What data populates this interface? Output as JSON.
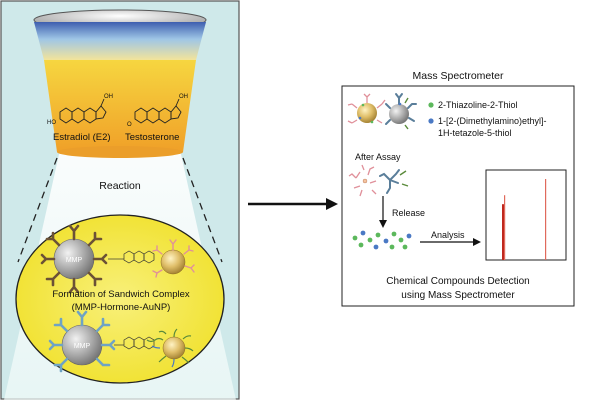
{
  "left_panel": {
    "hormone_1": "Estradiol (E2)",
    "hormone_2": "Testosterone",
    "oh_label": "OH",
    "ho_label": "HO",
    "o_label": "O",
    "reaction_label": "Reaction",
    "sandwich_line1": "Formation of Sandwich Complex",
    "sandwich_line2": "(MMP-Hormone-AuNP)",
    "mmp_label": "MMP"
  },
  "right_panel": {
    "title": "Mass Spectrometer",
    "legend": [
      {
        "text": "2-Thiazoline-2-Thiol",
        "color": "#5cb85c"
      },
      {
        "text_line1": "1-[2-(Dimethylamino)ethyl]-",
        "text_line2": "1H-tetazole-5-thiol",
        "color": "#4a79c4"
      }
    ],
    "after_assay": "After Assay",
    "release": "Release",
    "analysis": "Analysis",
    "detection_line1": "Chemical Compounds Detection",
    "detection_line2": "using Mass Spectrometer"
  },
  "spectrum": {
    "peaks": [
      {
        "color": "#c0281e",
        "height_fraction": 0.62
      },
      {
        "color": "#e06a5c",
        "height_fraction": 0.72
      },
      {
        "color": "#e06a5c",
        "height_fraction": 0.9
      }
    ]
  },
  "colors": {
    "panel_bg": "#cfe9ea",
    "light_beam": "#eaf6f4",
    "liquid_top": "#f3c82a",
    "liquid_bottom": "#f0a028",
    "circle_fill": "#f6ea3a",
    "gold_np": "#d9b45a",
    "mmp_grey": "#9a9a9a",
    "antibody_brown": "#6b5136",
    "antibody_blue": "#6fa3c4",
    "antibody_green": "#5a8a3a",
    "red_peak": "#c0281e"
  }
}
